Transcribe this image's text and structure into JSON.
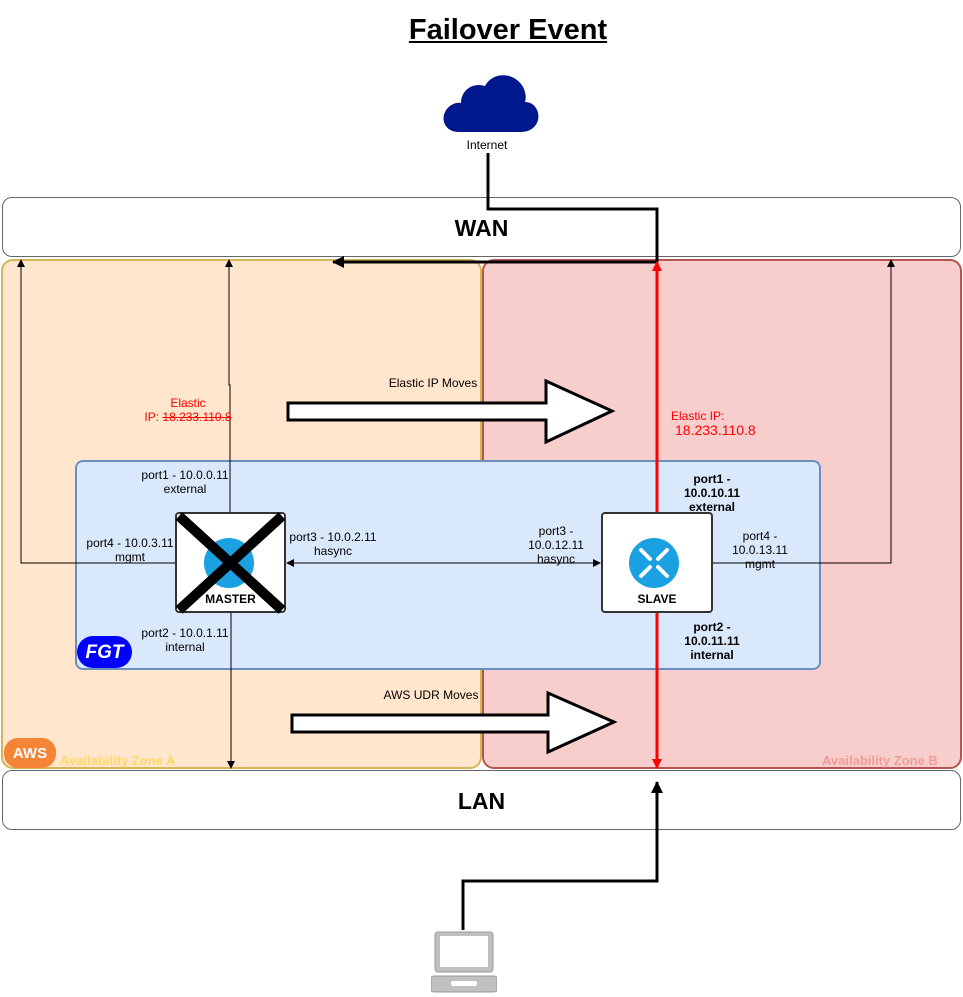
{
  "title": "Failover Event",
  "internet": {
    "label": "Internet",
    "icon": "cloud-icon"
  },
  "wan": {
    "label": "WAN"
  },
  "lan": {
    "label": "LAN"
  },
  "zones": {
    "a": {
      "label": "Availability Zone A",
      "color": "#ffe6cc",
      "label_color": "#ffd966"
    },
    "b": {
      "label": "Availability Zone B",
      "color": "#f8cecc",
      "label_color": "#f19c99"
    }
  },
  "aws_badge": "AWS",
  "fgt_badge": "FGT",
  "master": {
    "label": "MASTER",
    "elastic_label": "Elastic",
    "elastic_ip_prefix": "IP: ",
    "elastic_ip": "18.233.110.8",
    "port1": "port1 - 10.0.0.11",
    "port1_role": "external",
    "port2": "port2 - 10.0.1.11",
    "port2_role": "internal",
    "port3": "port3 - 10.0.2.11",
    "port3_role": "hasync",
    "port4": "port4 - 10.0.3.11",
    "port4_role": "mgmt"
  },
  "slave": {
    "label": "SLAVE",
    "elastic_label": "Elastic IP:",
    "elastic_ip": "18.233.110.8",
    "port1": "port1 -",
    "port1_ip": "10.0.10.11",
    "port1_role": "external",
    "port2": "port2 -",
    "port2_ip": "10.0.11.11",
    "port2_role": "internal",
    "port3": "port3 -",
    "port3_ip": "10.0.12.11",
    "port3_role": "hasync",
    "port4": "port4 -",
    "port4_ip": "10.0.13.11",
    "port4_role": "mgmt"
  },
  "moves": {
    "elastic": "Elastic IP Moves",
    "udr": "AWS UDR Moves"
  },
  "colors": {
    "active_path": "#ff0000",
    "router": "#1ba1e2",
    "cloud": "#00188d"
  }
}
